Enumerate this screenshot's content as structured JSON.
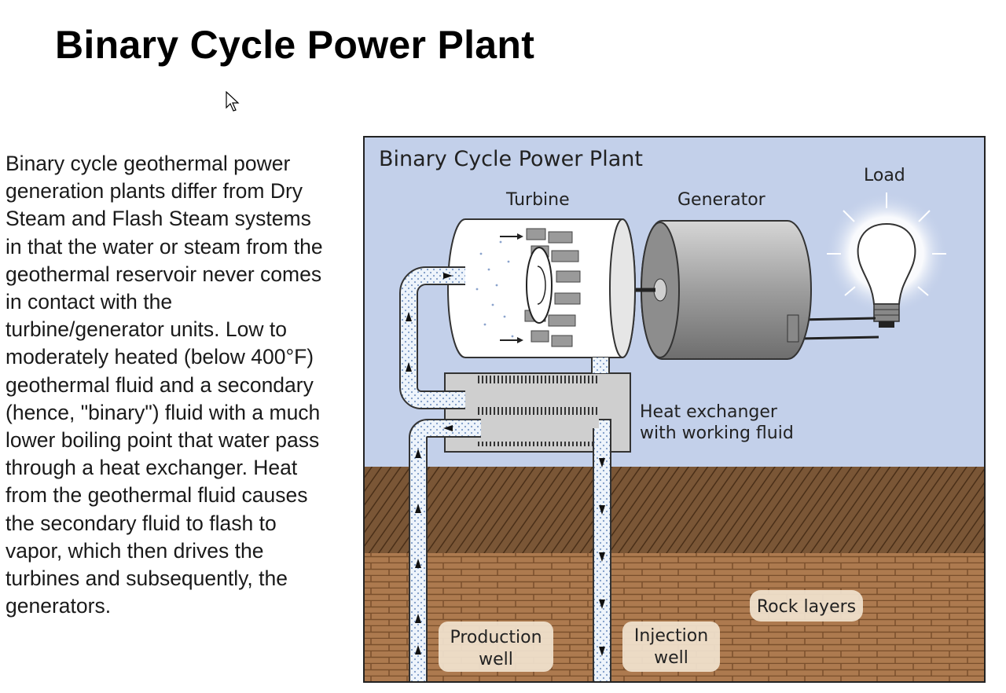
{
  "slide": {
    "title": "Binary Cycle Power Plant",
    "paragraph": "Binary cycle geothermal power generation plants differ from Dry Steam and Flash Steam systems in that the water or steam from the geothermal reservoir never comes in contact with the turbine/generator units. Low to moderately heated (below 400°F) geothermal fluid and a secondary (hence, \"binary\") fluid with a much lower boiling point that water pass through a heat exchanger. Heat from the geothermal fluid causes the secondary fluid to flash to vapor, which then drives the turbines and subsequently, the generators."
  },
  "diagram": {
    "title": "Binary Cycle Power Plant",
    "labels": {
      "turbine": "Turbine",
      "generator": "Generator",
      "load": "Load",
      "heat_exchanger_line1": "Heat exchanger",
      "heat_exchanger_line2": "with working fluid",
      "rock_layers": "Rock layers",
      "production_line1": "Production",
      "production_line2": "well",
      "injection_line1": "Injection",
      "injection_line2": "well"
    },
    "colors": {
      "sky": "#c3d0ea",
      "soil_dark": "#6b4a2c",
      "rock": "#a9744a",
      "pipe_fluid": "#dbe8f5",
      "machine": "#bdbdbd"
    },
    "icons": [
      "turbine-icon",
      "generator-icon",
      "light-bulb-icon",
      "pointer-cursor-icon"
    ]
  }
}
